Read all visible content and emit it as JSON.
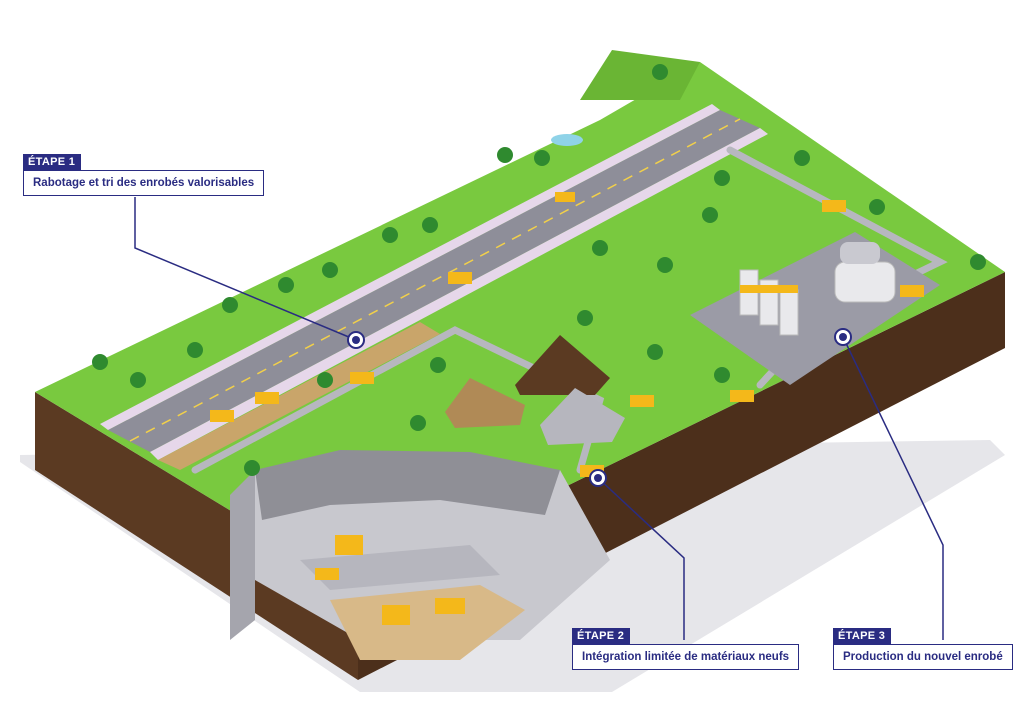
{
  "callouts": {
    "step1": {
      "tag": "ÉTAPE 1",
      "text": "Rabotage et tri des enrobés valorisables"
    },
    "step2": {
      "tag": "ÉTAPE 2",
      "text": "Intégration limitée de matériaux neufs"
    },
    "step3": {
      "tag": "ÉTAPE 3",
      "text": "Production du nouvel enrobé"
    }
  },
  "colors": {
    "accent": "#2a2c82",
    "grass": "#79c93f",
    "soil": "#5b3a22",
    "road": "#8e8e99",
    "machine": "#f4b81a"
  }
}
